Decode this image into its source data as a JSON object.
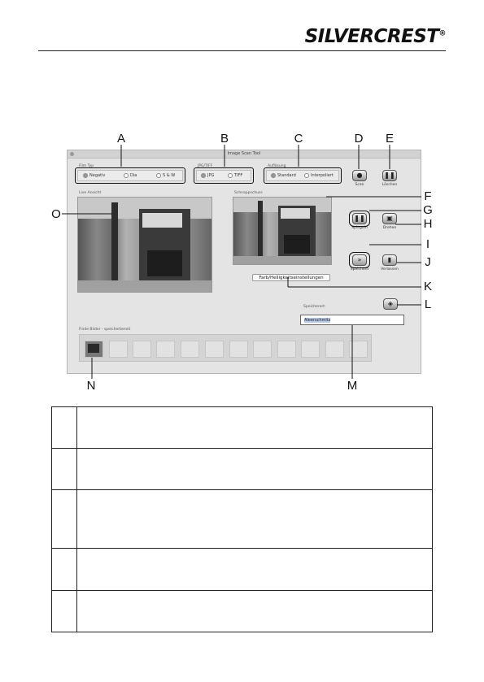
{
  "brand": {
    "name": "SILVERCREST",
    "mark": "®"
  },
  "callouts": [
    "A",
    "B",
    "C",
    "D",
    "E",
    "F",
    "G",
    "H",
    "I",
    "J",
    "K",
    "L",
    "M",
    "N",
    "O"
  ],
  "window": {
    "title": "Image Scan Tool",
    "film_type": {
      "label": "Film Typ",
      "options": [
        "Negativ",
        "Dia",
        "S & W"
      ],
      "selected": "Negativ"
    },
    "format": {
      "label": "JPG/TIFF",
      "options": [
        "JPG",
        "TIFF"
      ],
      "selected": "JPG"
    },
    "resolution": {
      "label": "Auflösung",
      "options": [
        "Standard",
        "Interpoliert"
      ],
      "selected": "Standard"
    },
    "buttons": {
      "scan": "Scan",
      "delete": "Löschen",
      "mirror": "Spiegeln",
      "rotate": "Drehen",
      "save": "Speichern",
      "exit": "Verlassen"
    },
    "live_view_label": "Live Ansicht",
    "snapshot_label": "Schnappschuss",
    "color_brightness_button": "Farb/Helligkeitseinstellungen",
    "save_location_label": "Speicherort:",
    "save_location_value": "Aleerschmitz",
    "thumbnails_label": "Finde Bilder - speicherbereit",
    "thumbnail_count": 12,
    "thumbnail_filled": 1
  },
  "legend_rows": 5
}
